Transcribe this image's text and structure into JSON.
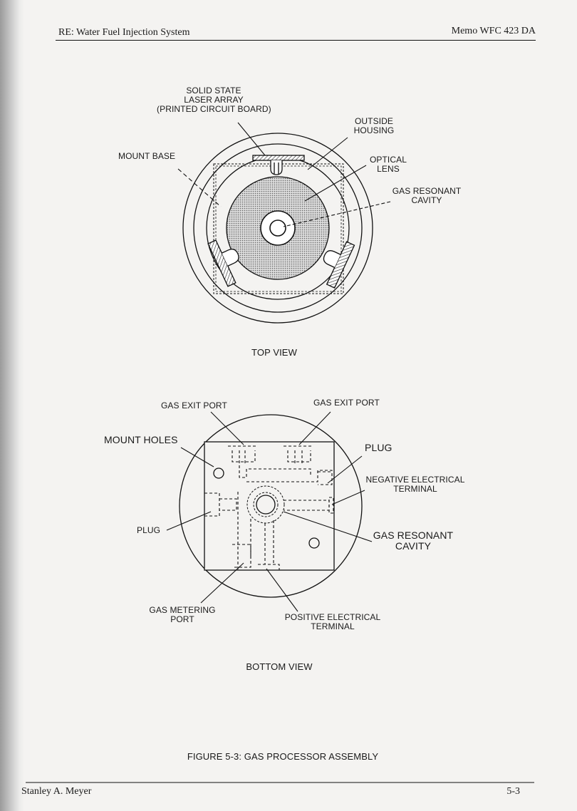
{
  "header": {
    "left": "RE: Water Fuel Injection System",
    "right": "Memo WFC 423 DA"
  },
  "top_view": {
    "caption": "TOP VIEW",
    "labels": {
      "laser_array": [
        "SOLID STATE",
        "LASER ARRAY",
        "(PRINTED CIRCUIT BOARD)"
      ],
      "outside_housing": [
        "OUTSIDE",
        "HOUSING"
      ],
      "mount_base": "MOUNT BASE",
      "optical_lens": [
        "OPTICAL",
        "LENS"
      ],
      "gas_resonant_cavity": [
        "GAS RESONANT",
        "CAVITY"
      ]
    }
  },
  "bottom_view": {
    "caption": "BOTTOM VIEW",
    "labels": {
      "gas_exit_port_left": "GAS EXIT PORT",
      "gas_exit_port_right": "GAS EXIT PORT",
      "mount_holes": "MOUNT HOLES",
      "plug_right": "PLUG",
      "negative_terminal": [
        "NEGATIVE ELECTRICAL",
        "TERMINAL"
      ],
      "plug_left": "PLUG",
      "gas_resonant_cavity": [
        "GAS RESONANT",
        "CAVITY"
      ],
      "gas_metering_port": [
        "GAS METERING",
        "PORT"
      ],
      "positive_terminal": [
        "POSITIVE ELECTRICAL",
        "TERMINAL"
      ]
    }
  },
  "figure_caption": "FIGURE 5-3: GAS PROCESSOR ASSEMBLY",
  "footer": {
    "left": "Stanley A. Meyer",
    "right": "5-3"
  }
}
